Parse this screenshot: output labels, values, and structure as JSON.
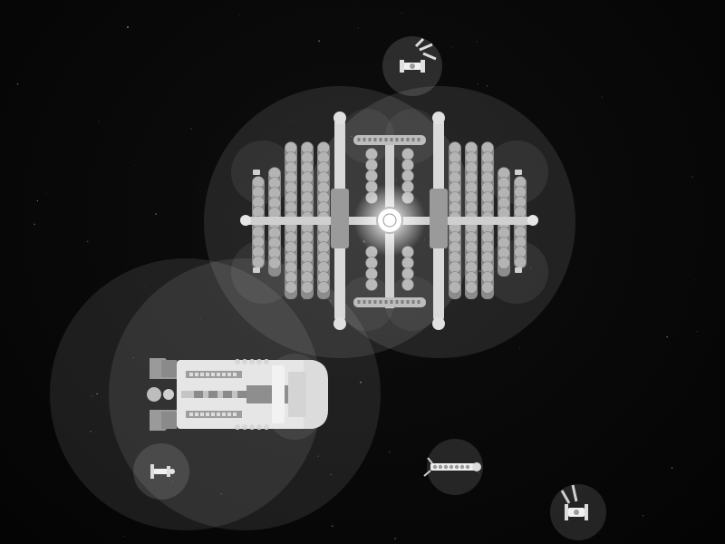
{
  "scene": {
    "name": "space-fleet-battle",
    "palette": {
      "background": "#060606",
      "shield": "#ffffff",
      "hull_light": "#e8e8e8",
      "hull_mid": "#a8a8a8",
      "hull_dark": "#6e6e6e",
      "core_glow": "#ffffff"
    }
  },
  "units": [
    {
      "id": "space-station",
      "kind": "station",
      "icon": "station-icon"
    },
    {
      "id": "capital-ship",
      "kind": "carrier",
      "icon": "carrier-icon"
    },
    {
      "id": "fighter-top",
      "kind": "fighter",
      "icon": "fighter-icon"
    },
    {
      "id": "fighter-left",
      "kind": "fighter",
      "icon": "fighter-icon"
    },
    {
      "id": "frigate-bottom",
      "kind": "frigate",
      "icon": "frigate-icon"
    },
    {
      "id": "fighter-bottom-right",
      "kind": "fighter",
      "icon": "fighter-icon"
    }
  ]
}
